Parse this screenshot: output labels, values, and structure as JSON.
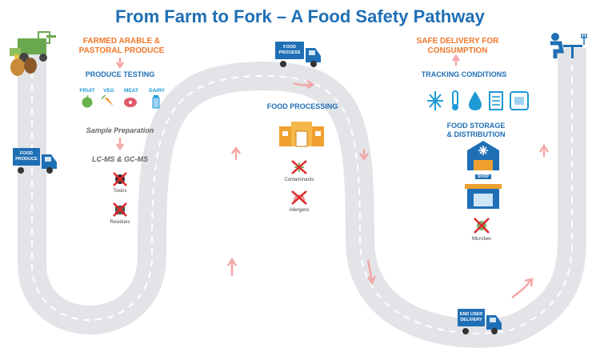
{
  "title": "From Farm to Fork – A Food Safety Pathway",
  "stages": {
    "farmed": "FARMED ARABLE &\nPASTORAL PRODUCE",
    "produce_testing": "PRODUCE TESTING",
    "categories": [
      "FRUIT",
      "VEG",
      "MEAT",
      "DAIRY"
    ],
    "sample_prep": "Sample Preparation",
    "lcms": "LC-MS & GC-MS",
    "toxins": "Toxins",
    "residues": "Residues",
    "food_processing": "FOOD PROCESSING",
    "contaminants": "Contaminants",
    "allergens": "Allergens",
    "safe_delivery": "SAFE DELIVERY FOR\nCONSUMPTION",
    "tracking": "TRACKING CONDITIONS",
    "storage": "FOOD STORAGE\n& DISTRIBUTION",
    "shop": "SHOP",
    "microbes": "Microbes"
  },
  "trucks": {
    "produce": "FOOD\nPRODUCE",
    "process": "FOOD\nPROCESS",
    "delivery": "END USER\nDELIVERY"
  },
  "colors": {
    "title_blue": "#1f6fb5",
    "orange": "#f0782a",
    "road": "#e2e4e8",
    "arrow": "#f4a6a6",
    "icon_blue": "#1e9ad6"
  }
}
